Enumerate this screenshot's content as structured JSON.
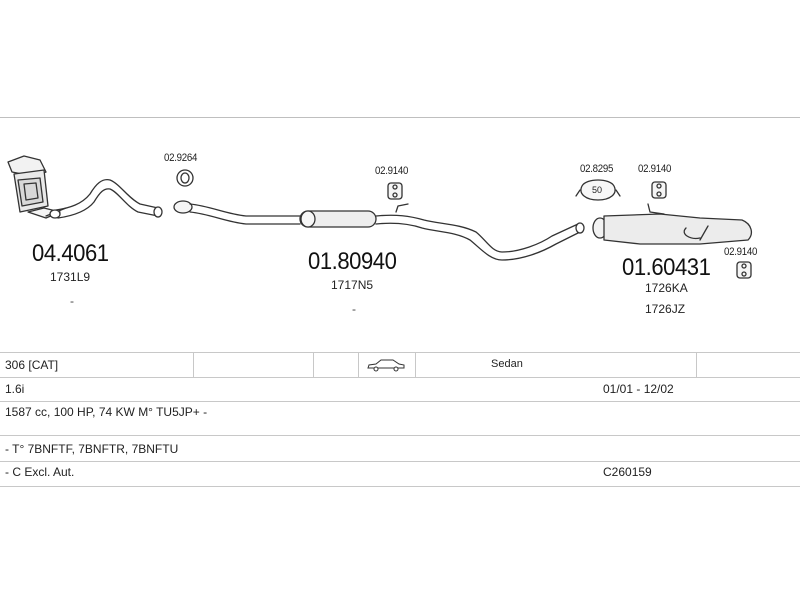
{
  "parts": {
    "catalyst": {
      "part_no": "04.4061",
      "ref": "1731L9",
      "dash": "-"
    },
    "middle_silencer": {
      "part_no": "01.80940",
      "ref": "1717N5",
      "dash": "-"
    },
    "rear_silencer": {
      "part_no": "01.60431",
      "ref_1": "1726KA",
      "ref_2": "1726JZ"
    }
  },
  "fittings": {
    "gasket": "02.9264",
    "hanger_middle": "02.9140",
    "clamp": "02.8295",
    "clamp_size": "50",
    "hanger_rear_top": "02.9140",
    "hanger_rear_right": "02.9140"
  },
  "table": {
    "model": "306  [CAT]",
    "body_type": "Sedan",
    "engine": "1.6i",
    "dates": "01/01 - 12/02",
    "engine_spec": "1587 cc, 100 HP, 74 KW M° TU5JP+ -",
    "type_codes": "- T° 7BNFTF, 7BNFTR, 7BNFTU",
    "notes": "- C Excl. Aut.",
    "code": "C260159"
  },
  "icons": {
    "car": "sedan-car-icon"
  }
}
